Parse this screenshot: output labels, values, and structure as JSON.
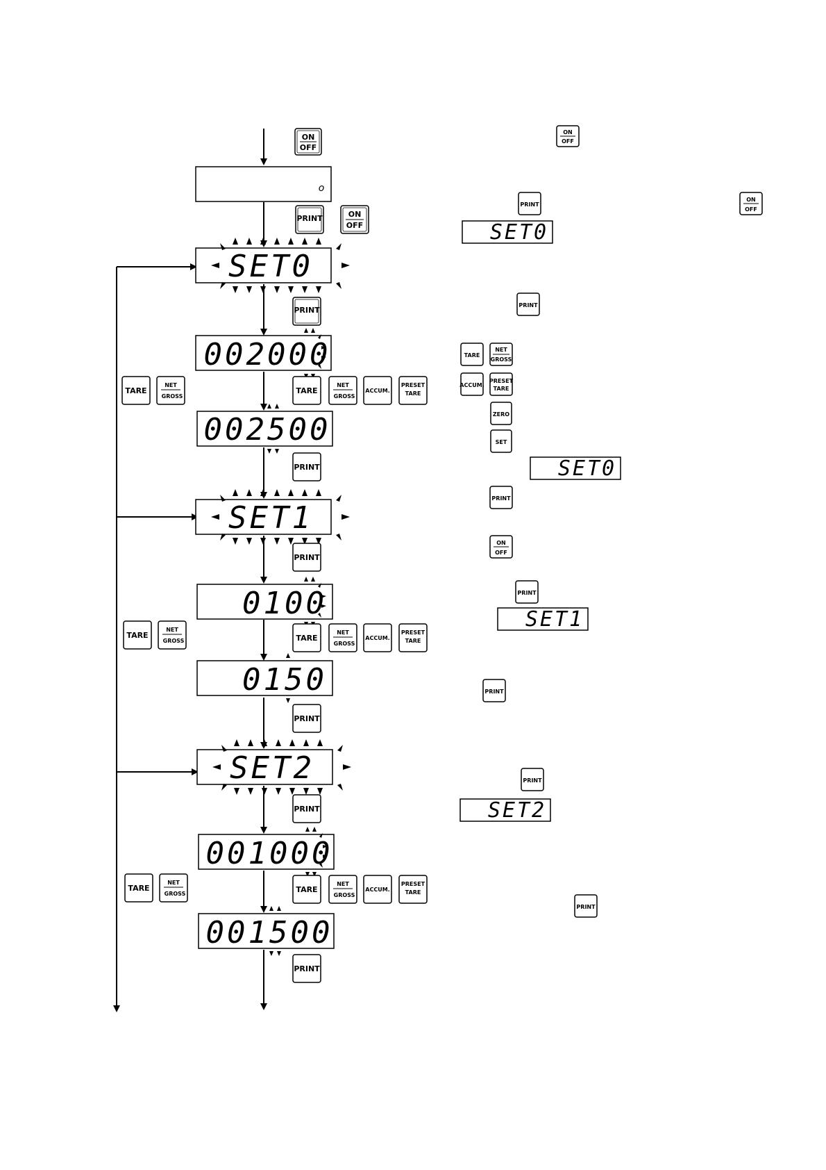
{
  "keys": {
    "on": "ON",
    "off": "OFF",
    "print": "PRINT",
    "tare": "TARE",
    "net": "NET",
    "gross": "GROSS",
    "accum": "ACCUM.",
    "preset": "PRESET",
    "preset_tare": "TARE",
    "zero": "ZERO",
    "set": "SET"
  },
  "indicator": "o",
  "displays": {
    "set0": "SET0",
    "set0_val1": "002000",
    "set0_val2": "002500",
    "set1": "SET1",
    "set1_val1": "0100",
    "set1_val2": "0150",
    "set2": "SET2",
    "set2_val1": "001000",
    "set2_val2": "001500"
  },
  "side_displays": {
    "set0_a": "SET0",
    "set0_b": "SET0",
    "set1": "SET1",
    "set2": "SET2"
  }
}
